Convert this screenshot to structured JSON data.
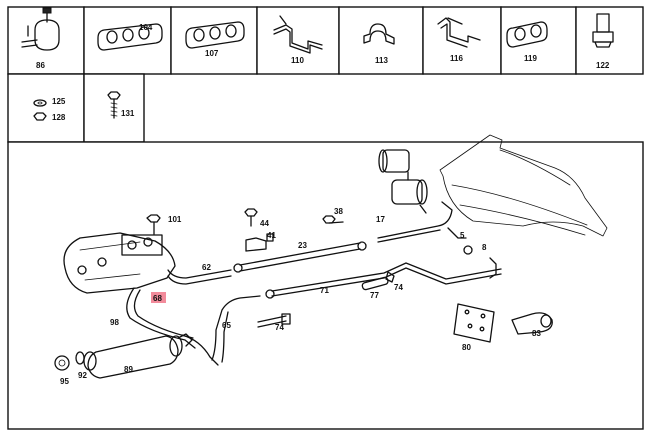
{
  "catalog_cells": {
    "c1": {
      "part": "86"
    },
    "c2": {
      "part": "104"
    },
    "c3": {
      "part": "107"
    },
    "c4": {
      "part": "110"
    },
    "c5": {
      "part": "113"
    },
    "c6": {
      "part": "116"
    },
    "c7": {
      "part": "119"
    },
    "c8": {
      "part": "122"
    },
    "c9": {
      "parts": [
        "125",
        "128"
      ]
    },
    "c10": {
      "part": "131"
    }
  },
  "callouts": {
    "p101": "101",
    "p38": "38",
    "p17": "17",
    "p5": "5",
    "p8": "8",
    "p44": "44",
    "p41": "41",
    "p23": "23",
    "p62": "62",
    "p71": "71",
    "p77": "77",
    "p74a": "74",
    "p74b": "74",
    "p68": "68",
    "p98": "98",
    "p65": "65",
    "p83": "83",
    "p80": "80",
    "p95": "95",
    "p92": "92",
    "p89": "89"
  },
  "highlight": {
    "part": "68",
    "color": "#f28b9b"
  }
}
